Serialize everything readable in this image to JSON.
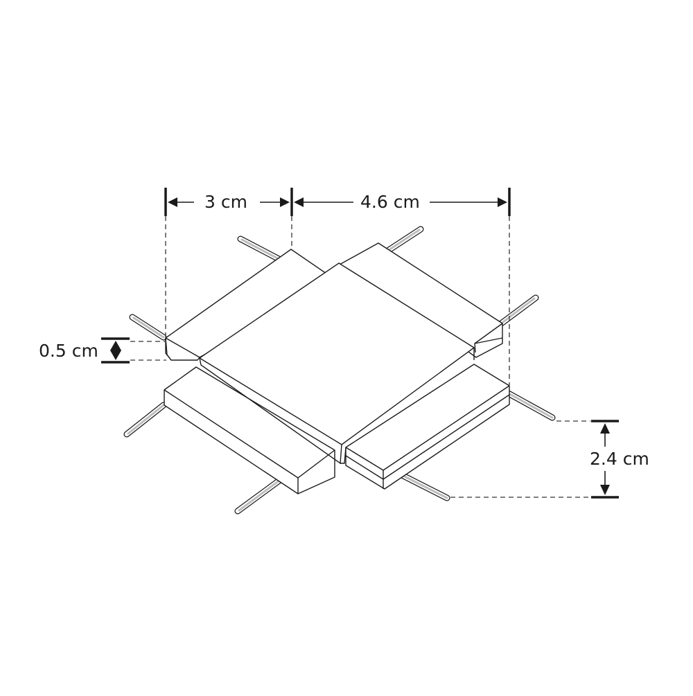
{
  "diagram": {
    "subject": "X-shaped connector with four pin pairs",
    "colors": {
      "line": "#1a1a1a",
      "background": "#ffffff",
      "pin_fill": "#bdbdbd"
    },
    "dimensions": {
      "width_left": {
        "label": "3 cm",
        "value": 3,
        "unit": "cm"
      },
      "width_right": {
        "label": "4.6 cm",
        "value": 4.6,
        "unit": "cm"
      },
      "thickness": {
        "label": "0.5 cm",
        "value": 0.5,
        "unit": "cm"
      },
      "pin_spacing": {
        "label": "2.4 cm",
        "value": 2.4,
        "unit": "cm"
      }
    }
  }
}
